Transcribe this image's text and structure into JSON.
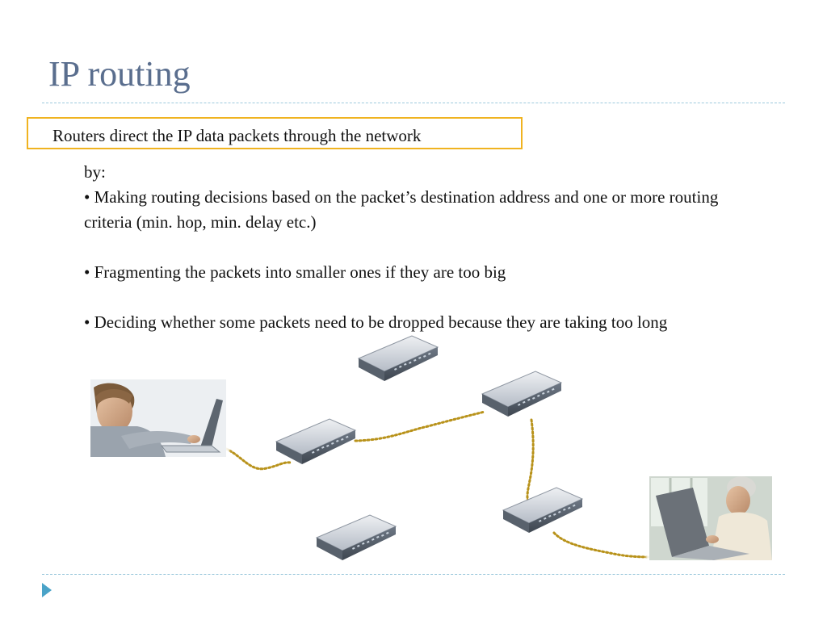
{
  "slide": {
    "title": "IP routing",
    "callout": "Routers direct the IP data packets through the network",
    "intro": "by:",
    "bullets": [
      "• Making routing decisions based on the packet’s destination address and one or more routing criteria (min. hop, min. delay etc.)",
      "• Fragmenting the packets into smaller ones if they are too big",
      "• Deciding whether some packets need to be dropped because they are taking too long"
    ]
  },
  "colors": {
    "title": "#5a6e8e",
    "callout_border": "#f0b320",
    "dashed_rule": "#9cc9dc",
    "link": "#b8921a",
    "nav_arrow": "#4aa3c8"
  },
  "diagram": {
    "routers": [
      "router-top-center",
      "router-upper-right",
      "router-middle-left",
      "router-lower-right",
      "router-bottom-left"
    ],
    "users": [
      "user-young-man-laptop",
      "user-elderly-woman-laptop"
    ]
  },
  "icons": {
    "nav": "play-triangle-icon",
    "router": "network-router-icon",
    "person": "user-photo"
  }
}
